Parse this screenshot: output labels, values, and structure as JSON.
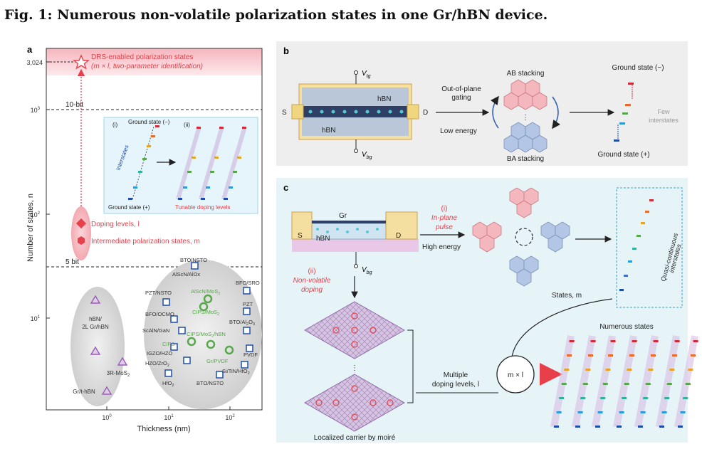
{
  "title": "Fig. 1: Numerous non-volatile polarization states in one Gr/hBN device.",
  "colors": {
    "red": "#e8404a",
    "blue": "#1f4ea8",
    "green": "#56a84a",
    "purple": "#9b5cb7",
    "panel_b_bg": "#eeeeee",
    "panel_c_bg": "#e6f4f8"
  },
  "panel_a": {
    "label": "a",
    "ylabel": "Number of states, n",
    "xlabel": "Thickness (nm)",
    "y3024": "3,024",
    "y1e3": "10",
    "y1e2": "10",
    "y1e1": "10",
    "y1e3_exp": "3",
    "y1e2_exp": "2",
    "y1e1_exp": "1",
    "x1e0": "10",
    "x1e1": "10",
    "x1e2": "10",
    "x1e0_exp": "0",
    "x1e1_exp": "1",
    "x1e2_exp": "2",
    "tenbit": "10-bit",
    "fivebit": "5 bit",
    "drs1": "DRS-enabled polarization states",
    "drs2": "(m × l, two-parameter identification)",
    "doping": "Doping levels, l",
    "intermediate": "Intermediate polarization states, m",
    "inset_i": "(i)",
    "inset_ii": "(ii)",
    "inset_gs_minus": "Ground state (−)",
    "inset_gs_plus": "Ground state (+)",
    "inset_interstates": "Interstates",
    "inset_tunable": "Tunable doping levels",
    "mat_hbn": "hBN/",
    "mat_hbn2": "2L Gr/hBN",
    "mat_3r": "3R-MoS",
    "mat_3r_sub": "2",
    "mat_grt": "Gr/t-hBN",
    "mat_bto_nsto_top": "BTO/NSTO",
    "mat_alscn_alox": "AlScN/AlOx",
    "mat_bfo_sro": "BFO/SRO",
    "mat_pzt_nsto": "PZT/NSTO",
    "mat_alscn_mos2": "AlScN/MoS",
    "mat_alscn_mos2_sub": "2",
    "mat_pzt": "PZT",
    "mat_cips_mos2": "CIPS/MoS",
    "mat_cips_mos2_sub": "2",
    "mat_bfo_ocmo": "BFO/OCMO",
    "mat_bto_al2o3": "BTO/Al",
    "mat_bto_al2o3_sub": "2",
    "mat_bto_al2o3_o": "O",
    "mat_bto_al2o3_sub2": "3",
    "mat_scain_gan": "ScAlN/GaN",
    "mat_cips_mos2_hbn": "CIPS/MoS",
    "mat_cips_mos2_hbn_sub": "2",
    "mat_cips_mos2_hbn_end": "/hBN",
    "mat_cips": "CIPS",
    "mat_igzo_hzo": "IGZO/HZO",
    "mat_pvdf": "PVDF",
    "mat_hzo_zro2": "HZO/ZrO",
    "mat_hzo_zro2_sub": "2",
    "mat_gr_pvdf": "Gr/PVDF",
    "mat_si_tin_hfo2": "Si/TiN/HfO",
    "mat_si_tin_hfo2_sub": "2",
    "mat_hfo2": "HfO",
    "mat_hfo2_sub": "2",
    "mat_bto_nsto_bottom": "BTO/NSTO"
  },
  "panel_b": {
    "label": "b",
    "vtg": "V",
    "vtg_sub": "tg",
    "vbg": "V",
    "vbg_sub": "bg",
    "hbn_top": "hBN",
    "hbn_bottom": "hBN",
    "s": "S",
    "d": "D",
    "gating1": "Out-of-plane",
    "gating2": "gating",
    "low_energy": "Low energy",
    "ab": "AB stacking",
    "ba": "BA stacking",
    "dots": "⋮",
    "gs_minus": "Ground state (−)",
    "gs_plus": "Ground state (+)",
    "few1": "Few",
    "few2": "interstates"
  },
  "panel_c": {
    "label": "c",
    "gr": "Gr",
    "hbn": "hBN",
    "s": "S",
    "d": "D",
    "vbg": "V",
    "vbg_sub": "bg",
    "inplane_i": "(i)",
    "inplane1": "In-plane",
    "inplane2": "pulse",
    "high_energy": "High energy",
    "nv_ii": "(ii)",
    "nv1": "Non-volatile",
    "nv2": "doping",
    "quasi1": "Quasi-continuous",
    "quasi2": "interstates",
    "states_m": "States, m",
    "multiple1": "Multiple",
    "multiple2": "doping levels, l",
    "mxl": "m × l",
    "numerous": "Numerous states",
    "localized": "Localized carrier by moiré",
    "dots": "⋮"
  }
}
